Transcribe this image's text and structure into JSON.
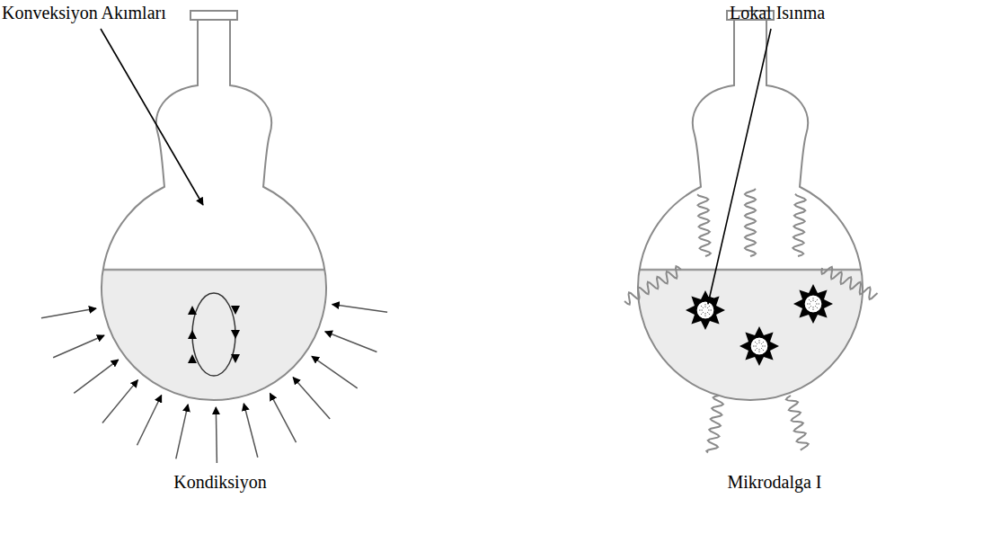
{
  "diagram": {
    "labels": [
      "Konveksiyon Akımları",
      "Lokal Isınma",
      "Kondiksiyon",
      "Mikrodalga I"
    ]
  }
}
